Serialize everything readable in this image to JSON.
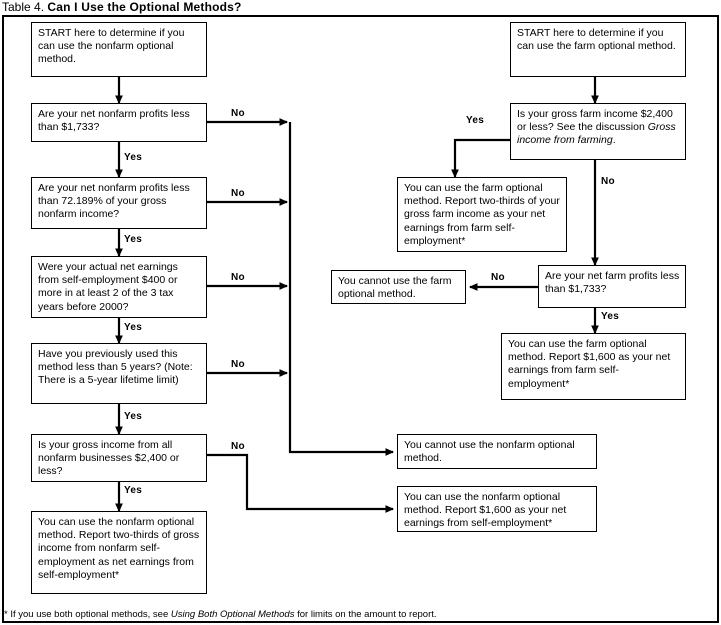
{
  "title": {
    "prefix": "Table 4.",
    "heading": "Can I Use the Optional Methods?"
  },
  "footnote": {
    "prefix": "* If you use both optional methods, see ",
    "italic": "Using Both Optional Methods",
    "suffix": " for limits on the amount to report."
  },
  "labels": {
    "yes": "Yes",
    "no": "No"
  },
  "nonfarm_branch": {
    "start": "START here to determine if you can use the nonfarm optional method.",
    "q1": "Are your net nonfarm profits less than $1,733?",
    "q2": "Are your net nonfarm profits less than 72.189% of your gross nonfarm income?",
    "q3": "Were your actual net earnings from self-employment $400 or more in at least 2 of the 3 tax years before 2000?",
    "q4": "Have you previously used this method less than 5 years? (Note: There is a 5-year lifetime limit)",
    "q5": "Is your gross income from all nonfarm businesses $2,400 or less?",
    "result_can_use": "You can use the nonfarm optional method. Report two-thirds of gross income from nonfarm self-employment as net earnings from self-employment*",
    "result_cannot_use": "You cannot use the nonfarm optional method.",
    "result_flat": "You can use the nonfarm optional method. Report $1,600 as your net earnings from self-employment*"
  },
  "farm_branch": {
    "start": "START here to determine if you can use the farm optional method.",
    "q1_pre": "Is your gross farm income $2,400 or less? See the discussion ",
    "q1_italic": "Gross income from farming",
    "q1_post": ".",
    "result_two_thirds": "You can use the farm optional method. Report two-thirds of your gross farm income as your net earnings from farm self-employment*",
    "q2": "Are your net farm profits less than $1,733?",
    "result_cannot_use": "You cannot use the farm optional method.",
    "result_flat": "You can use the farm optional method. Report $1,600 as your net earnings from farm self-employment*"
  },
  "colors": {
    "ink": "#000000",
    "paper": "#ffffff"
  }
}
